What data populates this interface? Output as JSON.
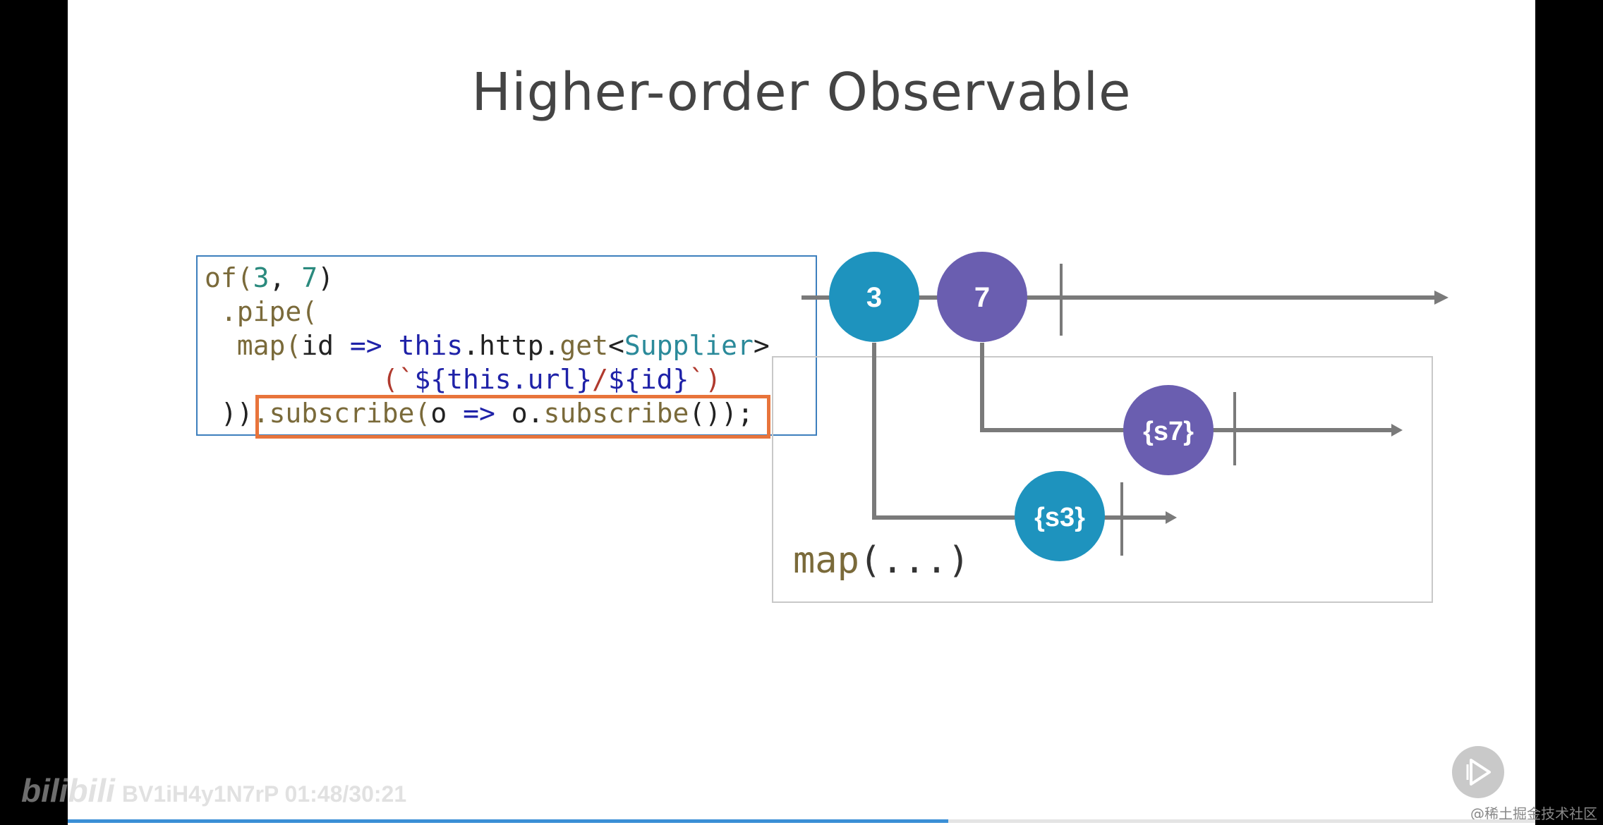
{
  "slide": {
    "title": "Higher-order Observable"
  },
  "code": {
    "line1_fn": "of(",
    "line1_n1": "3",
    "line1_sep": ", ",
    "line1_n2": "7",
    "line1_end": ")",
    "line2": " .pipe(",
    "line3_fn": "  map(",
    "line3_arg": "id ",
    "line3_arrow": "=> ",
    "line3_this": "this",
    "line3_dot": ".http.",
    "line3_get": "get",
    "line3_lt": "<",
    "line3_type": "Supplier",
    "line3_gt": ">",
    "line4_open": "           (`",
    "line4_expr": "${this.url}",
    "line4_slash": "/",
    "line4_id": "${id}",
    "line4_close": "`)",
    "line5_start": " ))",
    "line5_sub": ".subscribe(",
    "line5_o": "o ",
    "line5_arrow": "=> ",
    "line5_o2": "o.",
    "line5_sub2": "subscribe",
    "line5_end": "())",
    "line5_semi": ";"
  },
  "diagram": {
    "marbles": [
      {
        "label": "3",
        "color": "#1e93be"
      },
      {
        "label": "7",
        "color": "#6a5eb0"
      },
      {
        "label": "{s7}",
        "color": "#6a5eb0"
      },
      {
        "label": "{s3}",
        "color": "#1e93be"
      }
    ],
    "operator_label_fn": "map",
    "operator_label_args": "(...)"
  },
  "overlay": {
    "watermark_logo": "bilibili",
    "watermark_text": "BV1iH4y1N7rP 01:48/30:21",
    "corner_text": "@稀土掘金技术社区",
    "progress_fraction": 0.6
  },
  "colors": {
    "accent_blue": "#1e93be",
    "accent_purple": "#6a5eb0",
    "highlight_orange": "#e8743b",
    "code_border": "#3d7fbd"
  }
}
